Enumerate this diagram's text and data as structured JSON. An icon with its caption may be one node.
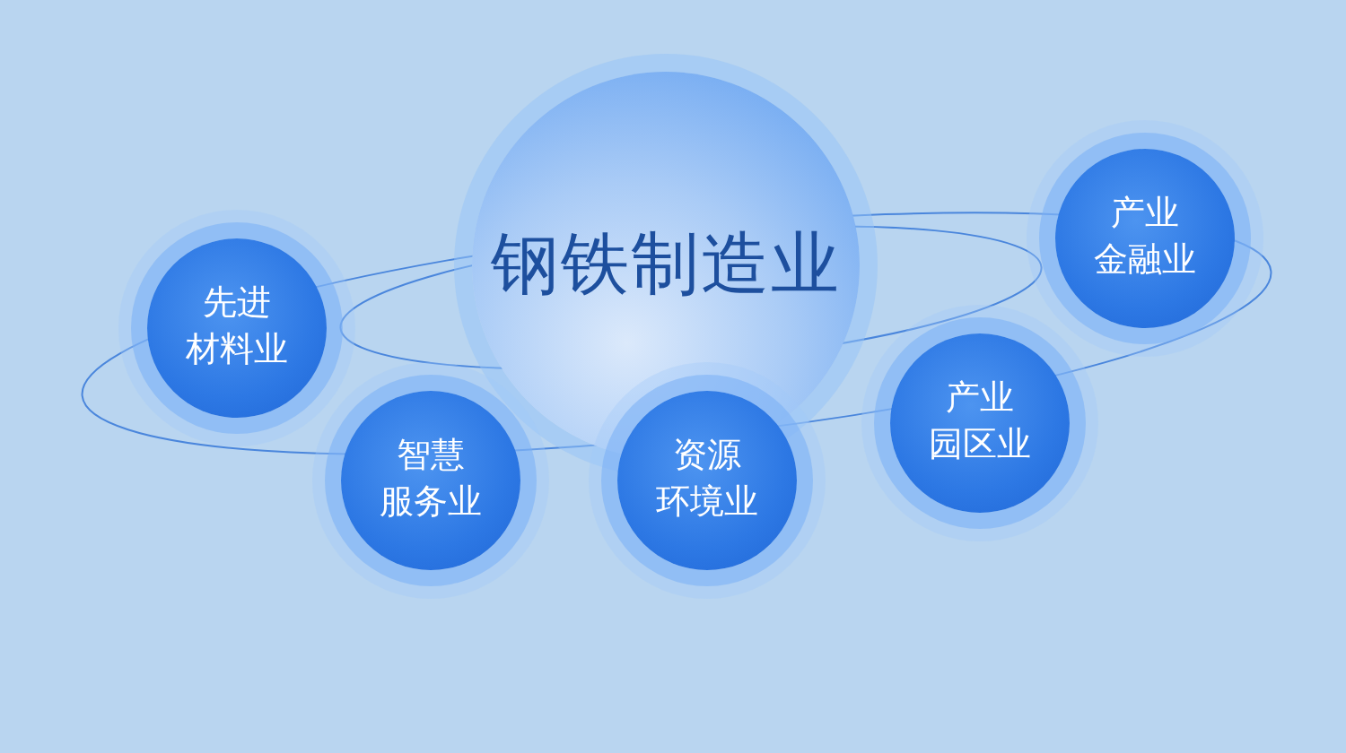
{
  "diagram": {
    "nodes": [
      {
        "text": [
          "钢铁制造业"
        ]
      },
      {
        "text": [
          "先进材料业"
        ]
      },
      {
        "text": [
          "智慧服务业"
        ]
      },
      {
        "text": [
          "资源环境业"
        ]
      },
      {
        "text": [
          "产业园区业"
        ]
      },
      {
        "text": [
          "产业金融业"
        ]
      }
    ]
  }
}
